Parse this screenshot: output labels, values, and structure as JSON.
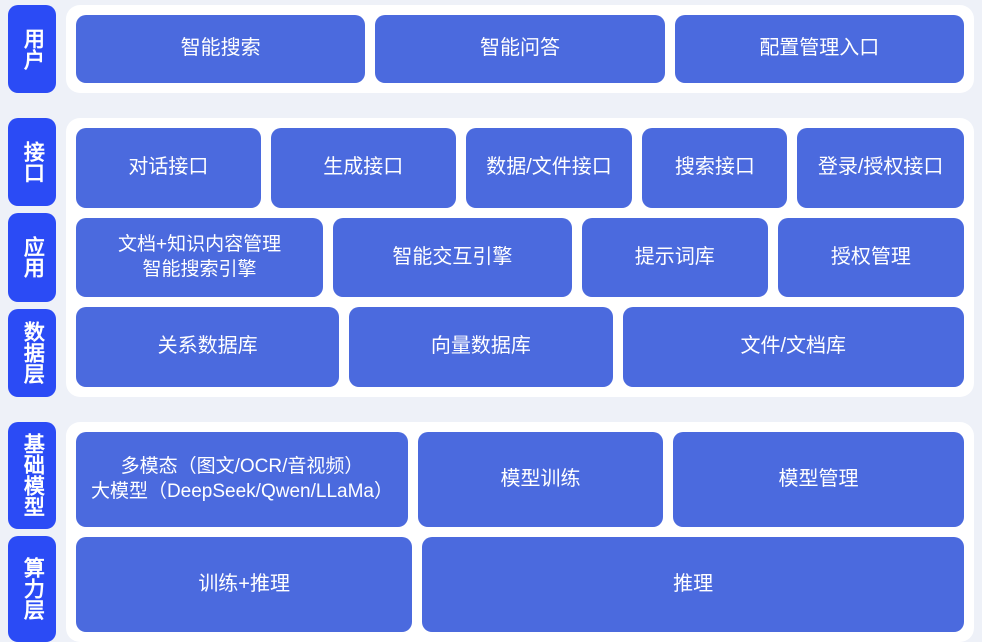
{
  "theme": {
    "page_background": "#eef1f8",
    "panel_background": "#ffffff",
    "tab_blue": "#2b4bf5",
    "card_blue": "#4b6ade",
    "card_text": "#ffffff"
  },
  "bands": [
    {
      "id": "users",
      "tabs": [
        {
          "label": "用户"
        }
      ],
      "rows": [
        {
          "id": "users-row",
          "cards": [
            {
              "label": "智能搜索"
            },
            {
              "label": "智能问答"
            },
            {
              "label": "配置管理入口"
            }
          ]
        }
      ]
    },
    {
      "id": "stack",
      "tabs": [
        {
          "label": "接口"
        },
        {
          "label": "应用"
        },
        {
          "label": "数据层"
        }
      ],
      "rows": [
        {
          "id": "iface-row",
          "cards": [
            {
              "label": "对话接口"
            },
            {
              "label": "生成接口"
            },
            {
              "label": "数据/文件接口"
            },
            {
              "label": "搜索接口"
            },
            {
              "label": "登录/授权接口"
            }
          ]
        },
        {
          "id": "app-row",
          "cards": [
            {
              "label": "文档+知识内容管理\n智能搜索引擎",
              "two_line": true
            },
            {
              "label": "智能交互引擎"
            },
            {
              "label": "提示词库"
            },
            {
              "label": "授权管理"
            }
          ]
        },
        {
          "id": "data-row",
          "cards": [
            {
              "label": "关系数据库"
            },
            {
              "label": "向量数据库"
            },
            {
              "label": "文件/文档库"
            }
          ]
        }
      ]
    },
    {
      "id": "infra",
      "tabs": [
        {
          "label": "基础模型"
        },
        {
          "label": "算力层"
        }
      ],
      "rows": [
        {
          "id": "model-row",
          "cards": [
            {
              "label": "多模态（图文/OCR/音视频）\n大模型（DeepSeek/Qwen/LLaMa）",
              "two_line": true
            },
            {
              "label": "模型训练"
            },
            {
              "label": "模型管理"
            }
          ]
        },
        {
          "id": "compute-row",
          "cards": [
            {
              "label": "训练+推理"
            },
            {
              "label": "推理"
            }
          ]
        }
      ]
    }
  ]
}
